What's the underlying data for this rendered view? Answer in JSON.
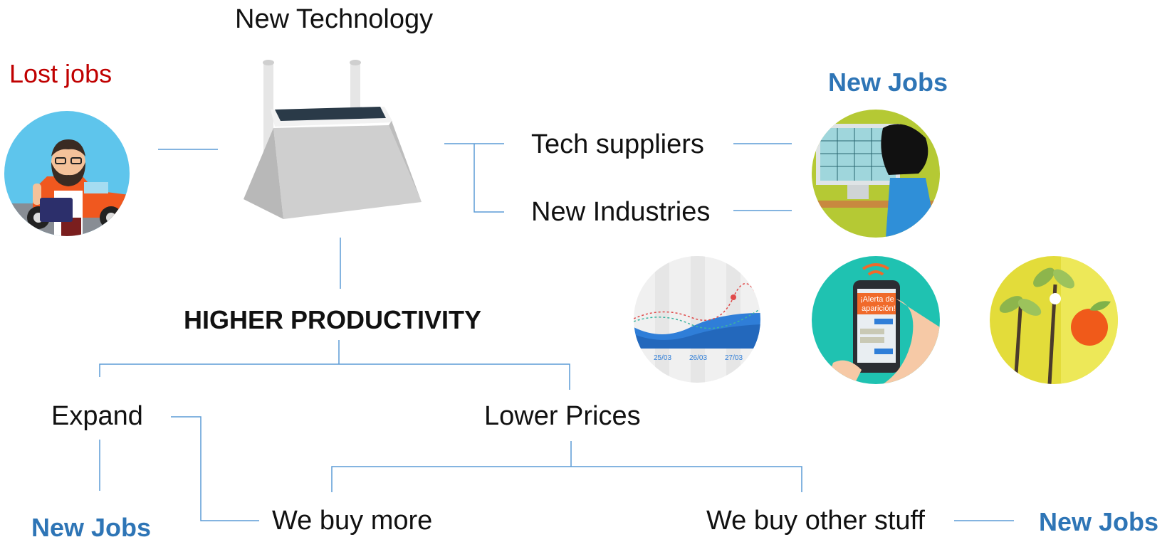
{
  "labels": {
    "new_technology": "New Technology",
    "lost_jobs": "Lost jobs",
    "new_jobs_top": "New Jobs",
    "tech_suppliers": "Tech suppliers",
    "new_industries": "New Industries",
    "higher_productivity": "HIGHER PRODUCTIVITY",
    "expand": "Expand",
    "lower_prices": "Lower Prices",
    "new_jobs_bottom_left": "New Jobs",
    "we_buy_more": "We buy more",
    "we_buy_other_stuff": "We buy other stuff",
    "new_jobs_bottom_right": "New Jobs"
  },
  "illustrations": {
    "chart_dates": [
      "25/03",
      "26/03",
      "27/03"
    ],
    "phone_alert_line1": "¡Alerta de",
    "phone_alert_line2": "aparición!"
  },
  "colors": {
    "connector": "#5b9bd5",
    "lost_jobs": "#c00000",
    "new_jobs": "#2e75b6"
  }
}
